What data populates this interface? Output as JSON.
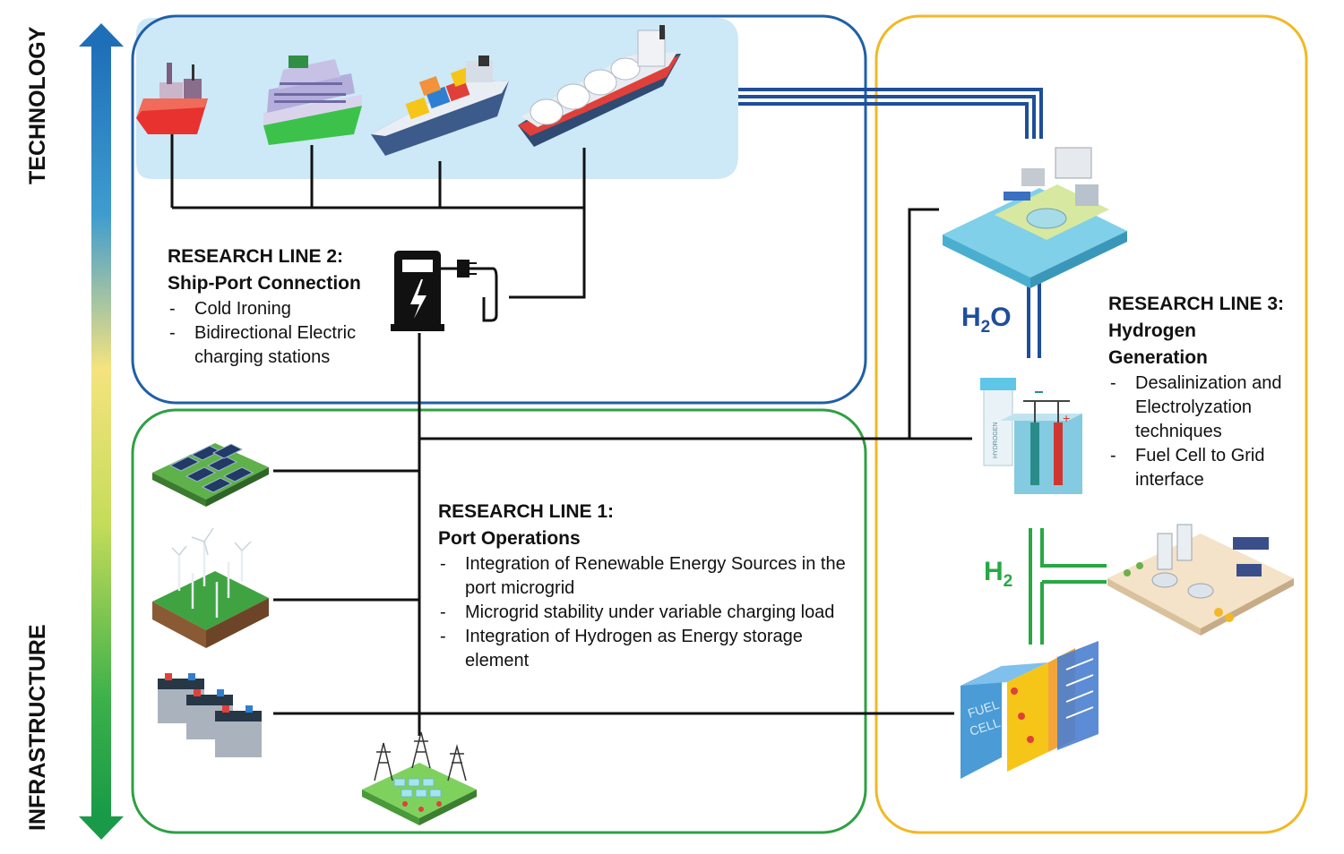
{
  "axis": {
    "top_label": "TECHNOLOGY",
    "bottom_label": "INFRASTRUCTURE"
  },
  "research_line_2": {
    "heading": "RESEARCH LINE 2:",
    "title": "Ship-Port Connection",
    "items": [
      "Cold Ironing",
      "Bidirectional Electric charging stations"
    ]
  },
  "research_line_1": {
    "heading": "RESEARCH LINE 1:",
    "title": "Port Operations",
    "items": [
      "Integration of Renewable Energy Sources in the port microgrid",
      "Microgrid stability under variable charging load",
      "Integration of Hydrogen as Energy storage element"
    ]
  },
  "research_line_3": {
    "heading": "RESEARCH LINE 3:",
    "title_line1": "Hydrogen",
    "title_line2": "Generation",
    "items": [
      "Desalinization and Electrolyzation techniques",
      "Fuel Cell to Grid interface"
    ]
  },
  "chem": {
    "water_base": "H",
    "water_sub": "2",
    "water_tail": "O",
    "hydrogen_base": "H",
    "hydrogen_sub": "2"
  },
  "illustration_text": {
    "fuel_cell_line1": "FUEL",
    "fuel_cell_line2": "CELL",
    "electrolyzer": "HYDROGEN"
  },
  "colors": {
    "blue_box": "#1f5fa8",
    "green_box": "#2ea043",
    "yellow_box": "#f2b824",
    "h2o_text": "#1f4e9a",
    "h2_text": "#27a844",
    "sea_panel": "#cfe9f7"
  }
}
